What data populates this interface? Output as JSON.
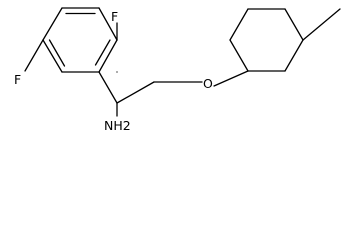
{
  "molecule": {
    "atoms": {
      "f_top": "F",
      "f_left": "F",
      "nh2": "NH2",
      "o": "O"
    }
  }
}
